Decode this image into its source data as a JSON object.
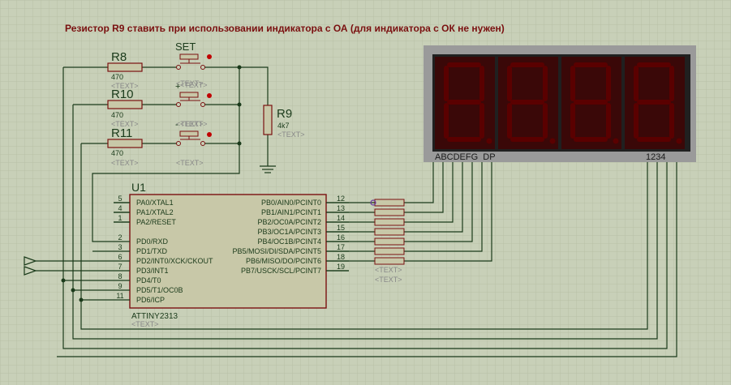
{
  "note": "Резистор R9 ставить при использовании индикатора с ОА (для индикатора с ОК не нужен)",
  "placeholder": "<TEXT>",
  "resistors": [
    {
      "ref": "R8",
      "value": "470"
    },
    {
      "ref": "R10",
      "value": "470"
    },
    {
      "ref": "R11",
      "value": "470"
    },
    {
      "ref": "R9",
      "value": "4k7"
    }
  ],
  "buttons": [
    {
      "label": "SET"
    },
    {
      "label": "+"
    },
    {
      "label": "-"
    }
  ],
  "mcu": {
    "ref": "U1",
    "part": "ATTINY2313",
    "left_pins": [
      {
        "num": "5",
        "name": "PA0/XTAL1"
      },
      {
        "num": "4",
        "name": "PA1/XTAL2"
      },
      {
        "num": "1",
        "name": "PA2/RESET"
      },
      {
        "num": "2",
        "name": "PD0/RXD"
      },
      {
        "num": "3",
        "name": "PD1/TXD"
      },
      {
        "num": "6",
        "name": "PD2/INT0/XCK/CKOUT"
      },
      {
        "num": "7",
        "name": "PD3/INT1"
      },
      {
        "num": "8",
        "name": "PD4/T0"
      },
      {
        "num": "9",
        "name": "PD5/T1/OC0B"
      },
      {
        "num": "11",
        "name": "PD6/ICP"
      }
    ],
    "right_pins": [
      {
        "num": "12",
        "name": "PB0/AIN0/PCINT0"
      },
      {
        "num": "13",
        "name": "PB1/AIN1/PCINT1"
      },
      {
        "num": "14",
        "name": "PB2/OC0A/PCINT2"
      },
      {
        "num": "15",
        "name": "PB3/OC1A/PCINT3"
      },
      {
        "num": "16",
        "name": "PB4/OC1B/PCINT4"
      },
      {
        "num": "17",
        "name": "PB5/MOSI/DI/SDA/PCINT5"
      },
      {
        "num": "18",
        "name": "PB6/MISO/DO/PCINT6"
      },
      {
        "num": "19",
        "name": "PB7/USCK/SCL/PCINT7"
      }
    ]
  },
  "display": {
    "segment_labels": "ABCDEFG  DP",
    "digit_labels": "1234"
  },
  "colors": {
    "background": "#c8d0b8",
    "grid": "#b8c0a6",
    "wire": "#1a3a1a",
    "component_fill": "#c8c8a8",
    "component_stroke": "#7a1010",
    "text_red": "#7a1010",
    "display_body": "#202020",
    "display_digit": "#3a0808",
    "display_segment": "#5a0000",
    "display_frame": "#9a9a9a"
  }
}
